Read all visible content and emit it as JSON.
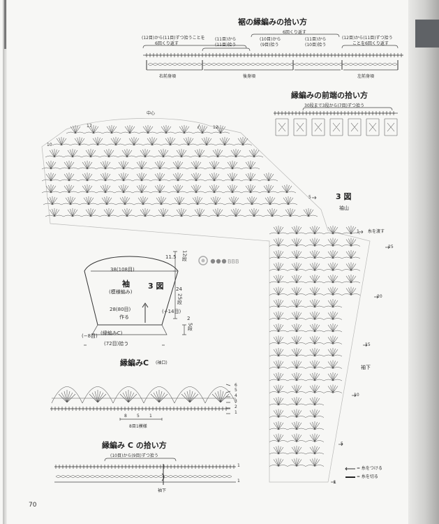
{
  "page_number": "70",
  "sections": {
    "hem_pickup": {
      "title": "裾の縁編みの拾い方",
      "notes": [
        "(12目)から(11目)ずつ拾うことを",
        "6回くり返す",
        "(11目)から",
        "(11目)拾う",
        "6回くり返す",
        "(10目)から",
        "(9目)拾う",
        "(11目)から",
        "(10目)拾う",
        "(12目)から(11目)ずつ拾う",
        "ことを6回くり返す"
      ],
      "labels": {
        "right_front": "右前身頃",
        "back": "後身頃",
        "left_front": "左前身頃"
      }
    },
    "front_edge": {
      "title": "縁編みの前端の拾い方",
      "note": "30段まで3段から(7目)ずつ拾う"
    },
    "figure3": {
      "label": "3 図",
      "sleeve_cap": "袖山",
      "center": "中心",
      "attach_yarn": "糸を渡す",
      "under_sleeve": "袖下",
      "row_numbers": [
        "17",
        "12",
        "10",
        "5",
        "1",
        "25",
        "20",
        "15",
        "10",
        "5",
        "1"
      ]
    },
    "sleeve_schematic": {
      "part": "袖",
      "pattern": "(模様編み)",
      "fig_ref": "3 図",
      "top": "38(108目)",
      "cap_height": "11.5",
      "cap_rows": "12段",
      "body_height": "24",
      "body_rows": "25段",
      "increase": "(+14目)",
      "cuff_height": "2",
      "cuff_rows": "5段",
      "cast_on": "28(80目)",
      "make": "作る",
      "border": "(縁編みC)",
      "pickup": "(72目)拾う",
      "decrease": "(−8目)"
    },
    "border_c": {
      "title": "縁編みC",
      "sub": "(袖口)",
      "rows": [
        "6",
        "5",
        "4",
        "3",
        "2",
        "1"
      ],
      "repeat_nums": [
        "8",
        "5",
        "1"
      ],
      "repeat_note": "8目1模様"
    },
    "border_c_pickup": {
      "title": "縁編み C の拾い方",
      "note": "(10目)から(9目)ずつ拾う",
      "row_marks": [
        "1",
        "1"
      ],
      "label": "袖下"
    },
    "legend": {
      "join": "= 糸をつける",
      "cut": "= 糸を切る"
    },
    "watermark": "BBB.cc"
  }
}
